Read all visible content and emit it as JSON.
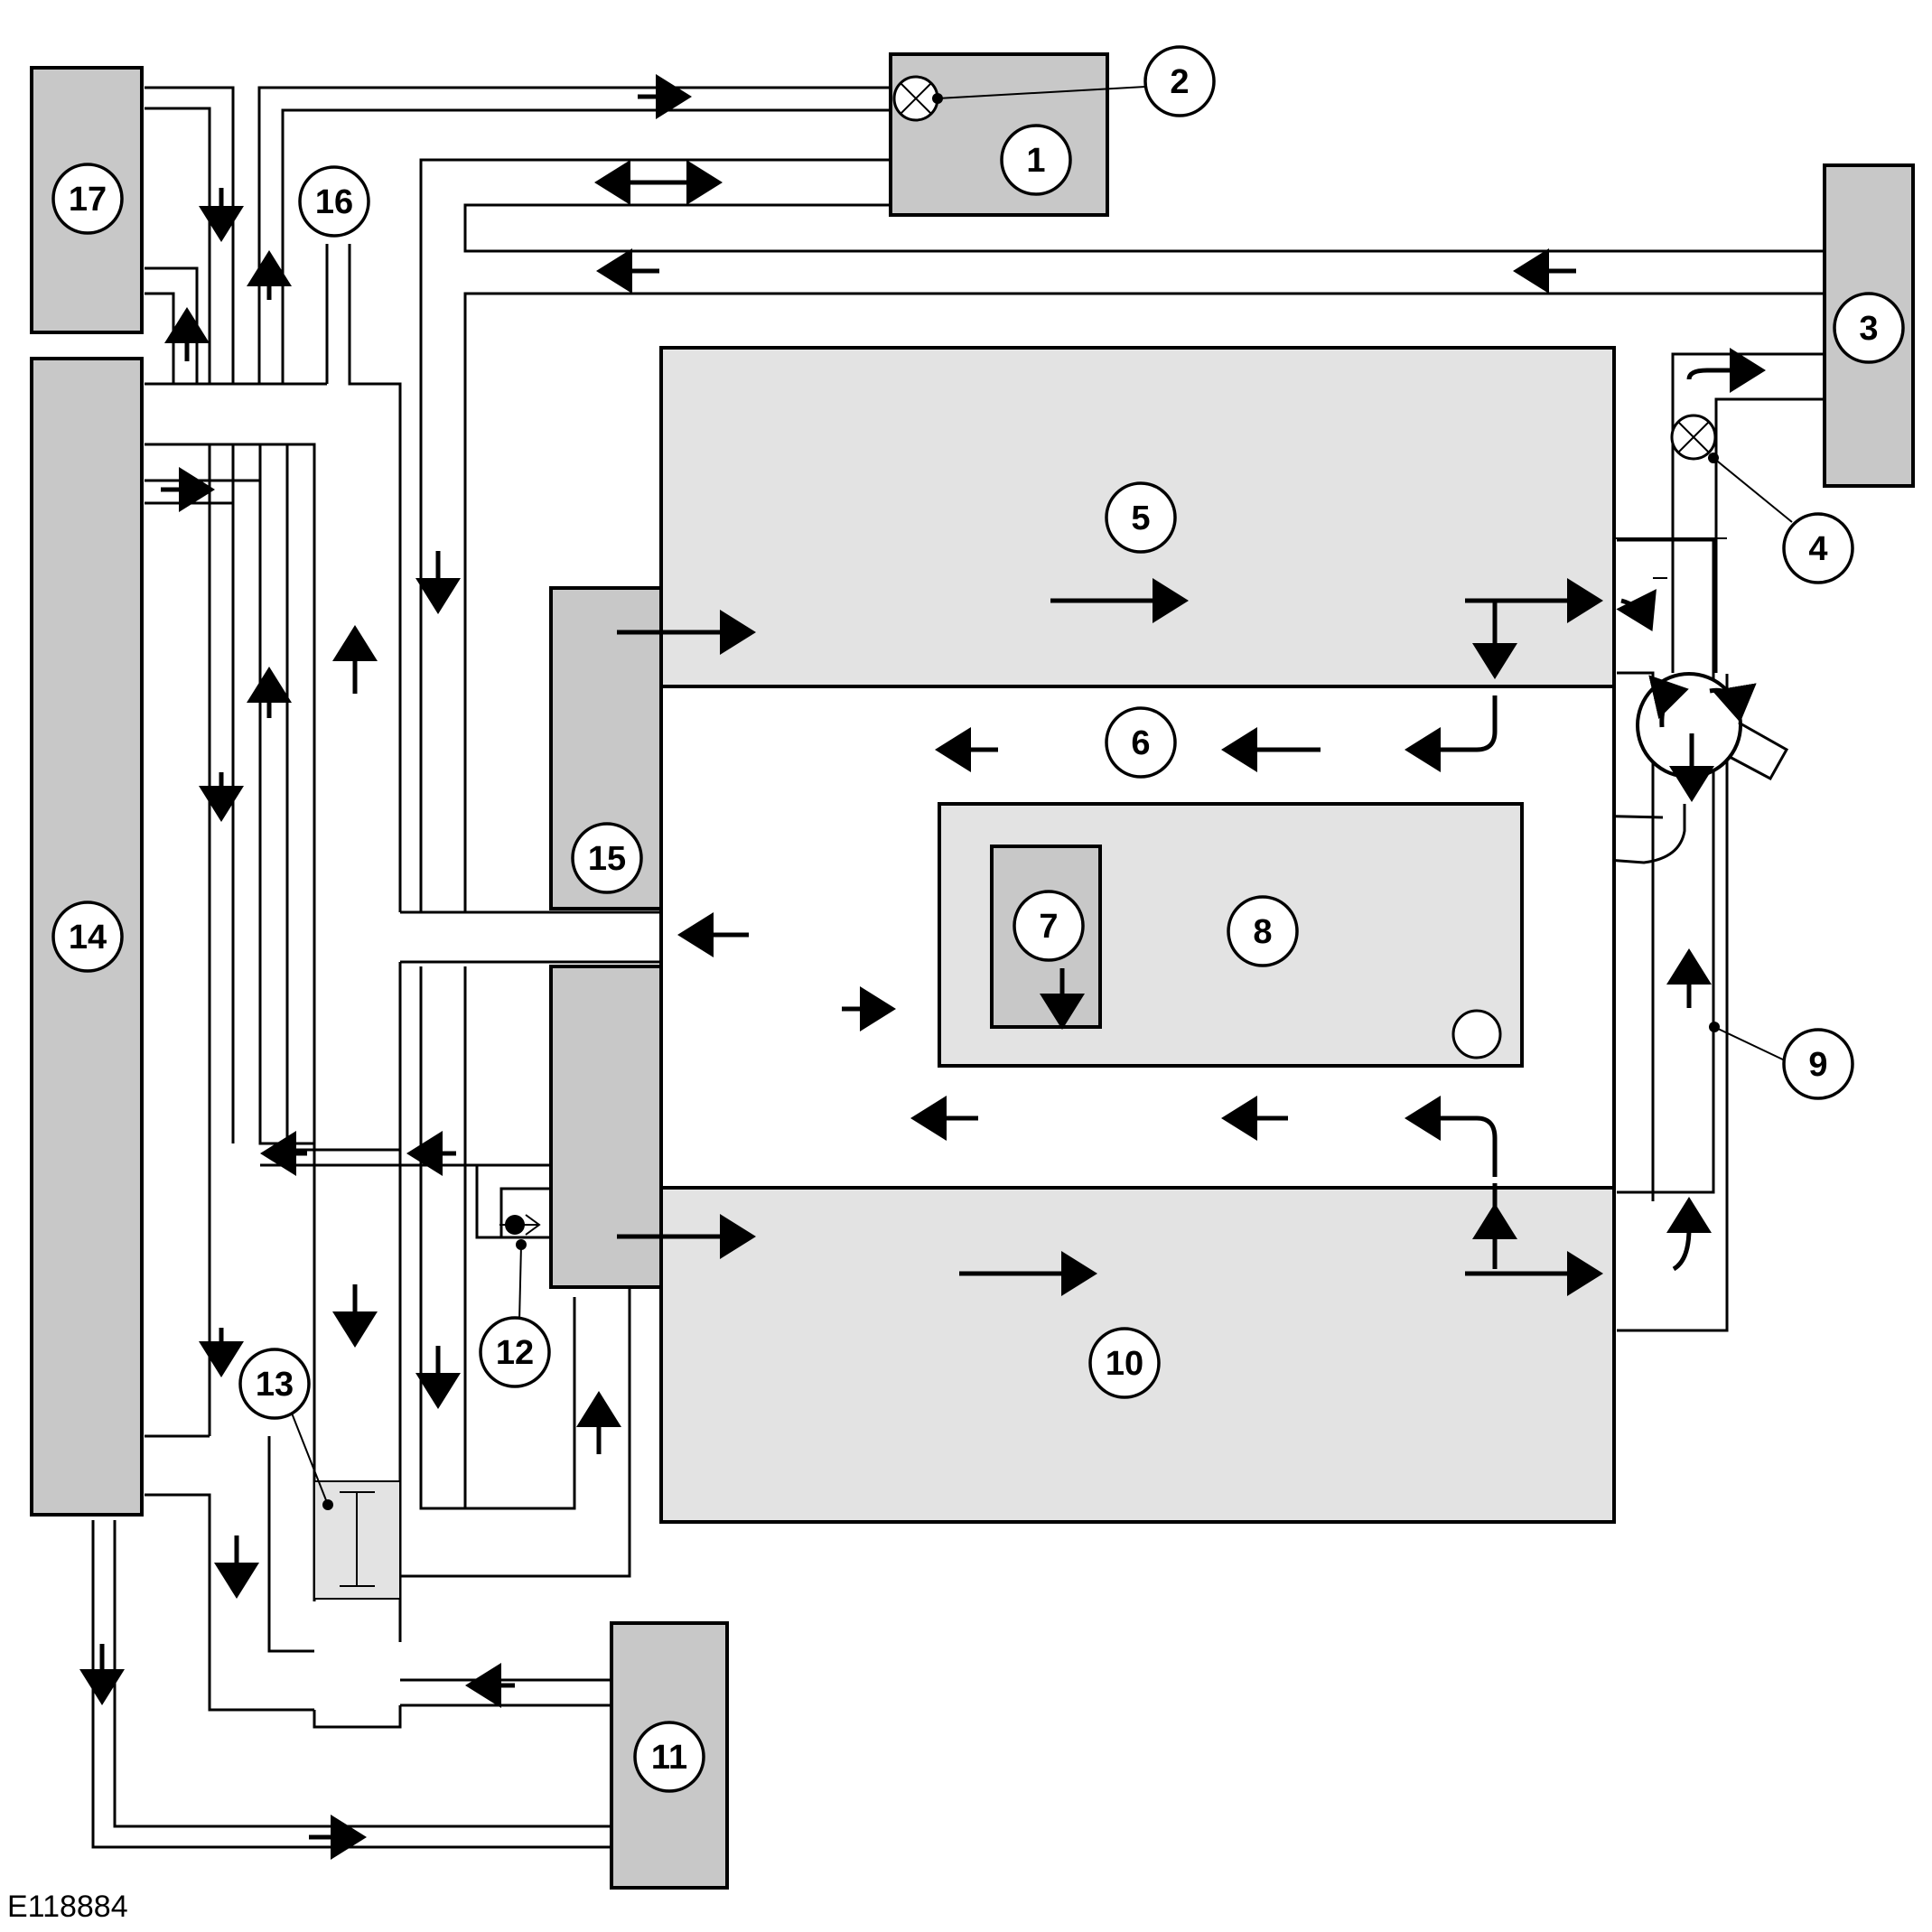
{
  "diagram": {
    "reference_code": "E118884",
    "callouts": [
      "1",
      "2",
      "3",
      "4",
      "5",
      "6",
      "7",
      "8",
      "9",
      "10",
      "11",
      "12",
      "13",
      "14",
      "15",
      "16",
      "17"
    ]
  }
}
